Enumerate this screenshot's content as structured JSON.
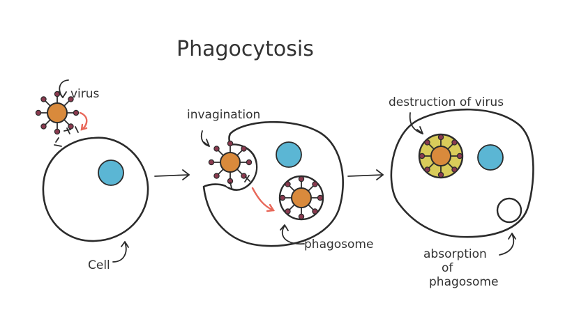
{
  "title": "Phagocytosis",
  "labels": {
    "virus": "virus",
    "cell": "Cell",
    "invagination": "invagination",
    "phagosome": "phagosome",
    "destruction": "destruction of virus",
    "absorption_1": "absorption",
    "absorption_2": "of",
    "absorption_3": "phagosome"
  },
  "colors": {
    "cell_fill": "#a8dceb",
    "nucleus_fill": "#5bb6d4",
    "virus_fill": "#d98a3c",
    "spike_fill": "#8a3a4f",
    "highlight_arrow": "#e8685a",
    "destroyed_phagosome": "#d9cc5a"
  }
}
